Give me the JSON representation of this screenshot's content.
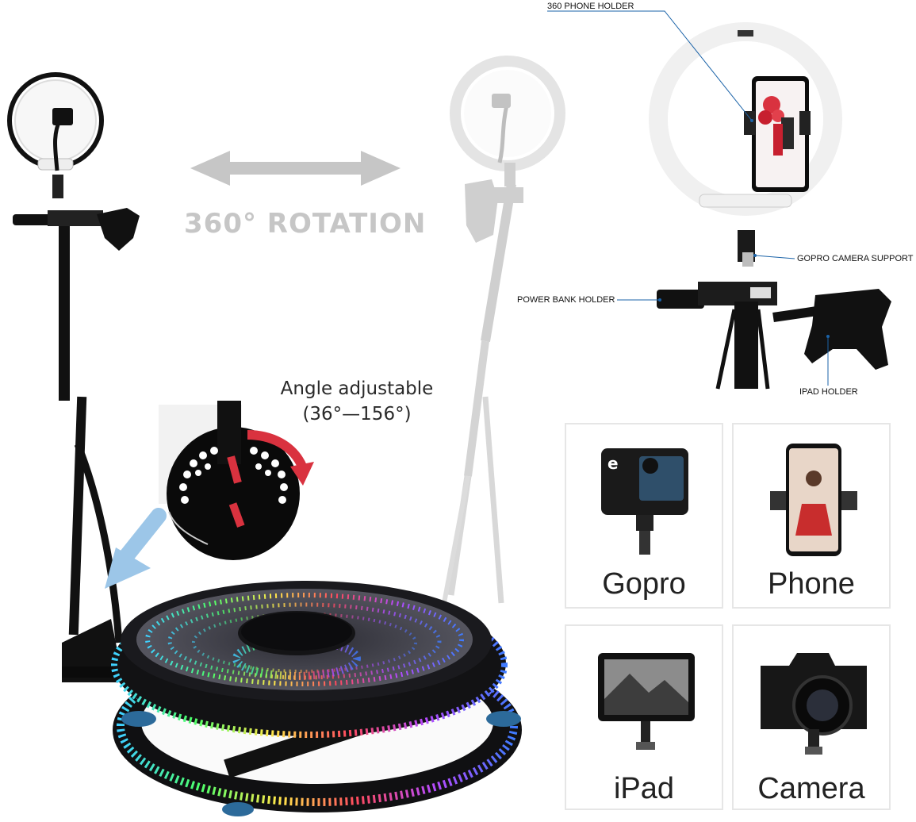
{
  "rotation_label": "360° ROTATION",
  "angle": {
    "title": "Angle adjustable",
    "range": "(36°—156°)"
  },
  "callouts": {
    "phone_holder": "360 PHONE HOLDER",
    "gopro_support": "GOPRO CAMERA SUPPORT",
    "power_bank": "POWER BANK HOLDER",
    "ipad_holder": "IPAD HOLDER"
  },
  "tiles": [
    {
      "label": "Gopro"
    },
    {
      "label": "Phone"
    },
    {
      "label": "iPad"
    },
    {
      "label": "Camera"
    }
  ],
  "colors": {
    "accent_red": "#d9323f",
    "arrow_blue": "#9cc6e8",
    "pole": "#111111",
    "ghost_gray": "#c8c8c8"
  }
}
